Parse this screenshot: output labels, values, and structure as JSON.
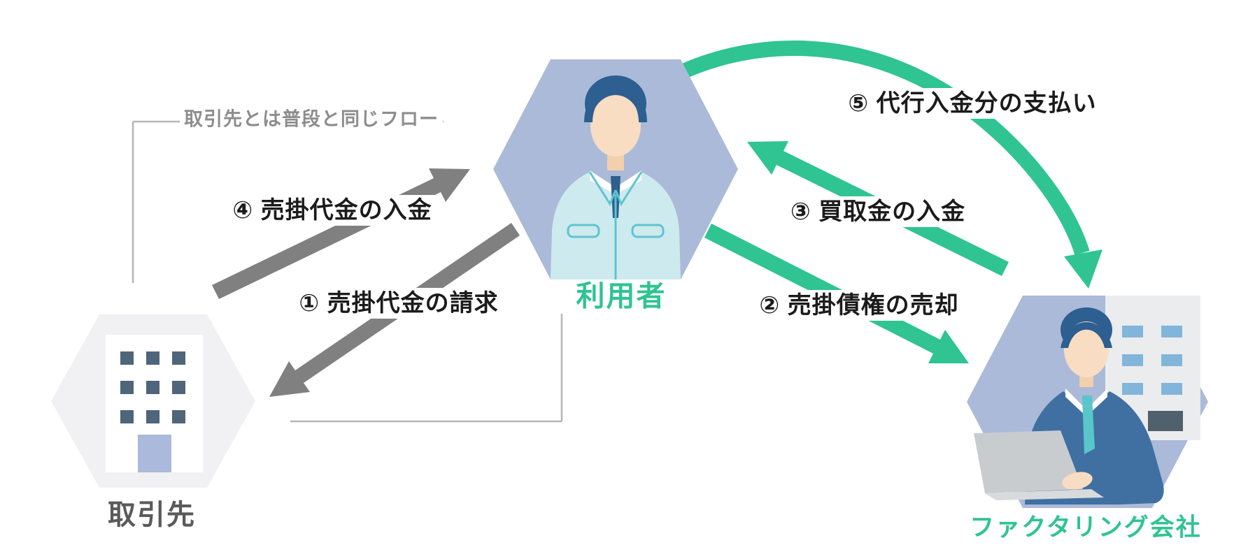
{
  "note": {
    "text": "取引先とは普段と同じフロー"
  },
  "entities": {
    "user": {
      "label": "利用者"
    },
    "client": {
      "label": "取引先"
    },
    "factoring": {
      "label": "ファクタリング会社"
    }
  },
  "steps": [
    {
      "number": "①",
      "text": "売掛代金の請求",
      "full": "① 売掛代金の請求",
      "color": "gray",
      "from": "利用者",
      "to": "取引先"
    },
    {
      "number": "②",
      "text": "売掛債権の売却",
      "full": "② 売掛債権の売却",
      "color": "green",
      "from": "利用者",
      "to": "ファクタリング会社"
    },
    {
      "number": "③",
      "text": "買取金の入金",
      "full": "③ 買取金の入金",
      "color": "green",
      "from": "ファクタリング会社",
      "to": "利用者"
    },
    {
      "number": "④",
      "text": "売掛代金の入金",
      "full": "④ 売掛代金の入金",
      "color": "gray",
      "from": "取引先",
      "to": "利用者"
    },
    {
      "number": "⑤",
      "text": "代行入金分の支払い",
      "full": "⑤ 代行入金分の支払い",
      "color": "green",
      "from": "利用者",
      "to": "ファクタリング会社"
    }
  ],
  "colors": {
    "green_accent": "#2fc492",
    "gray_arrow": "#808080",
    "hexagon_blue": "#abbad9",
    "hexagon_light_gray": "#f1f1f3",
    "step_text": "#1b1b1b",
    "note_text": "#8d8d8d",
    "client_text": "#5a5a5a",
    "bracket_line": "#b6b6b6",
    "skin": "#f8ddc2",
    "hair_navy": "#2d5f90",
    "worker_jacket": "#cdeaee",
    "worker_jacket_line": "#5fc4d0",
    "suit_blue": "#3f70a1",
    "tie_teal": "#59c6ca",
    "building_gray": "#eaecee",
    "building_window_blue": "#82b5da",
    "client_window_slate": "#4f6579",
    "client_door": "#aab9dc"
  }
}
